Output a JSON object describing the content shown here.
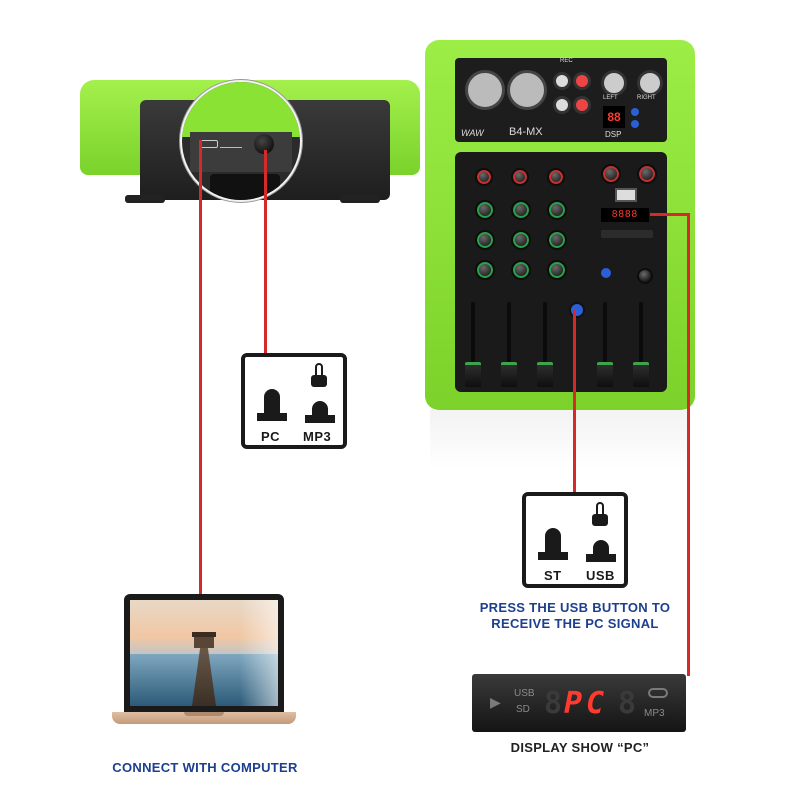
{
  "colors": {
    "mixer_green": "#8ae234",
    "accent_red": "#d62a2a",
    "caption_blue": "#1d3f8f",
    "display_red": "#ff3b2f"
  },
  "mixer_panel": {
    "brand": "WAW",
    "model": "B4-MX",
    "dsp_label": "DSP",
    "rec_label": "REC",
    "left_label": "LEFT",
    "right_label": "RIGHT"
  },
  "switch_top": {
    "left_label": "PC",
    "right_label": "MP3"
  },
  "switch_bottom": {
    "left_label": "ST",
    "right_label": "USB"
  },
  "usb_instruction": {
    "line1": "PRESS THE USB BUTTON TO",
    "line2": "RECEIVE THE PC SIGNAL"
  },
  "display_panel": {
    "usb": "USB",
    "sd": "SD",
    "digits": "PC",
    "mp3": "MP3",
    "caption": "DISPLAY SHOW “PC”"
  },
  "laptop": {
    "caption": "CONNECT WITH COMPUTER"
  }
}
